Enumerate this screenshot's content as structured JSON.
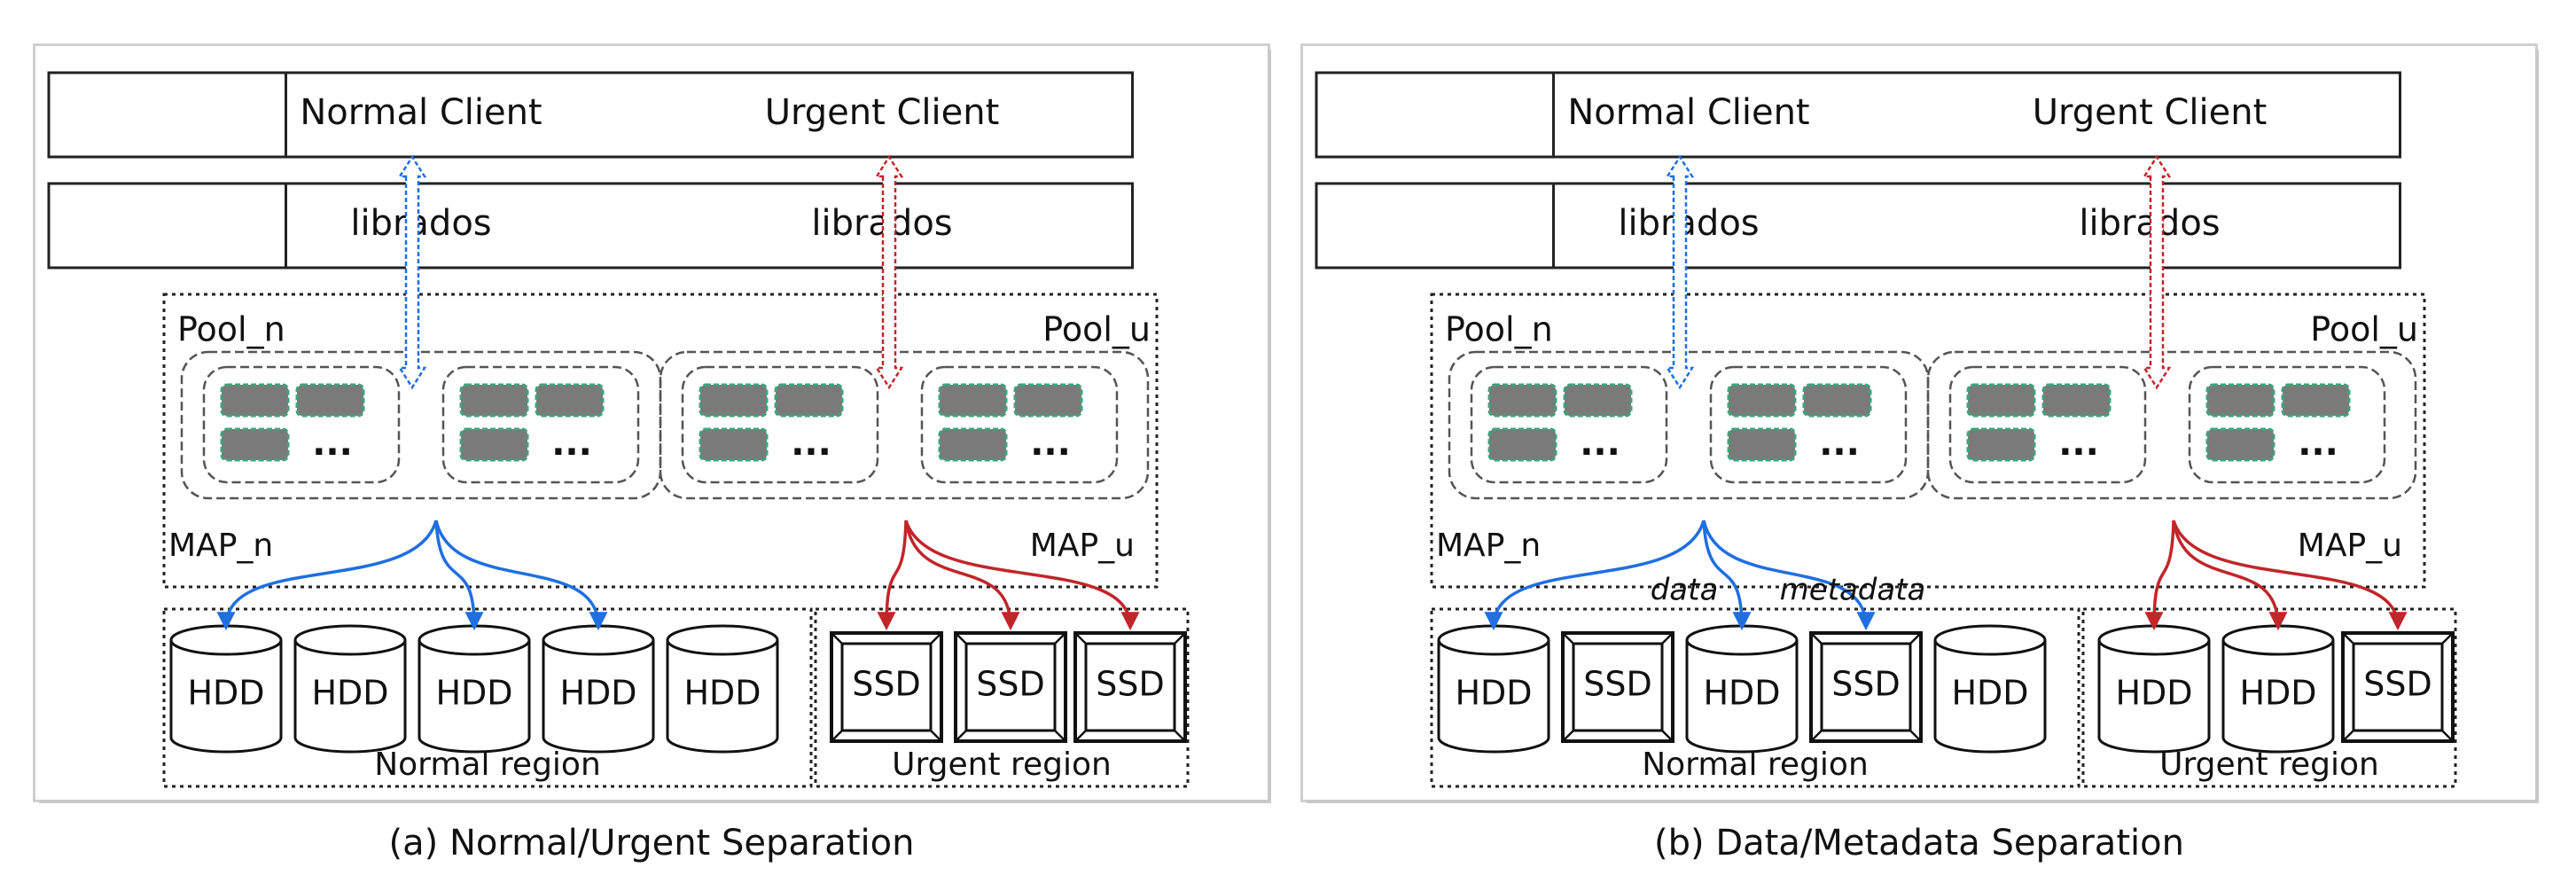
{
  "panels": [
    {
      "caption": "(a) Normal/Urgent Separation",
      "normal_client": "Normal Client",
      "urgent_client": "Urgent Client",
      "normal_lib": "librados",
      "urgent_lib": "librados",
      "pool_n": "Pool_n",
      "pool_u": "Pool_u",
      "map_n": "MAP_n",
      "map_u": "MAP_u",
      "ellipsis": "...",
      "normal_region": "Normal region",
      "urgent_region": "Urgent region",
      "normal_disks": [
        "HDD",
        "HDD",
        "HDD",
        "HDD",
        "HDD"
      ],
      "urgent_disks": [
        "SSD",
        "SSD",
        "SSD"
      ],
      "flow_labels": []
    },
    {
      "caption": "(b) Data/Metadata Separation",
      "normal_client": "Normal Client",
      "urgent_client": "Urgent Client",
      "normal_lib": "librados",
      "urgent_lib": "librados",
      "pool_n": "Pool_n",
      "pool_u": "Pool_u",
      "map_n": "MAP_n",
      "map_u": "MAP_u",
      "ellipsis": "...",
      "normal_region": "Normal region",
      "urgent_region": "Urgent region",
      "normal_disks": [
        "HDD",
        "SSD",
        "HDD",
        "SSD",
        "HDD"
      ],
      "urgent_disks": [
        "HDD",
        "HDD",
        "SSD"
      ],
      "flow_labels": [
        "data",
        "metadata"
      ]
    }
  ],
  "colors": {
    "normal_arrow": "#1f6fe0",
    "urgent_arrow": "#c0262a",
    "osd_fill": "#7a7a7a",
    "osd_border": "#3fa37a"
  }
}
